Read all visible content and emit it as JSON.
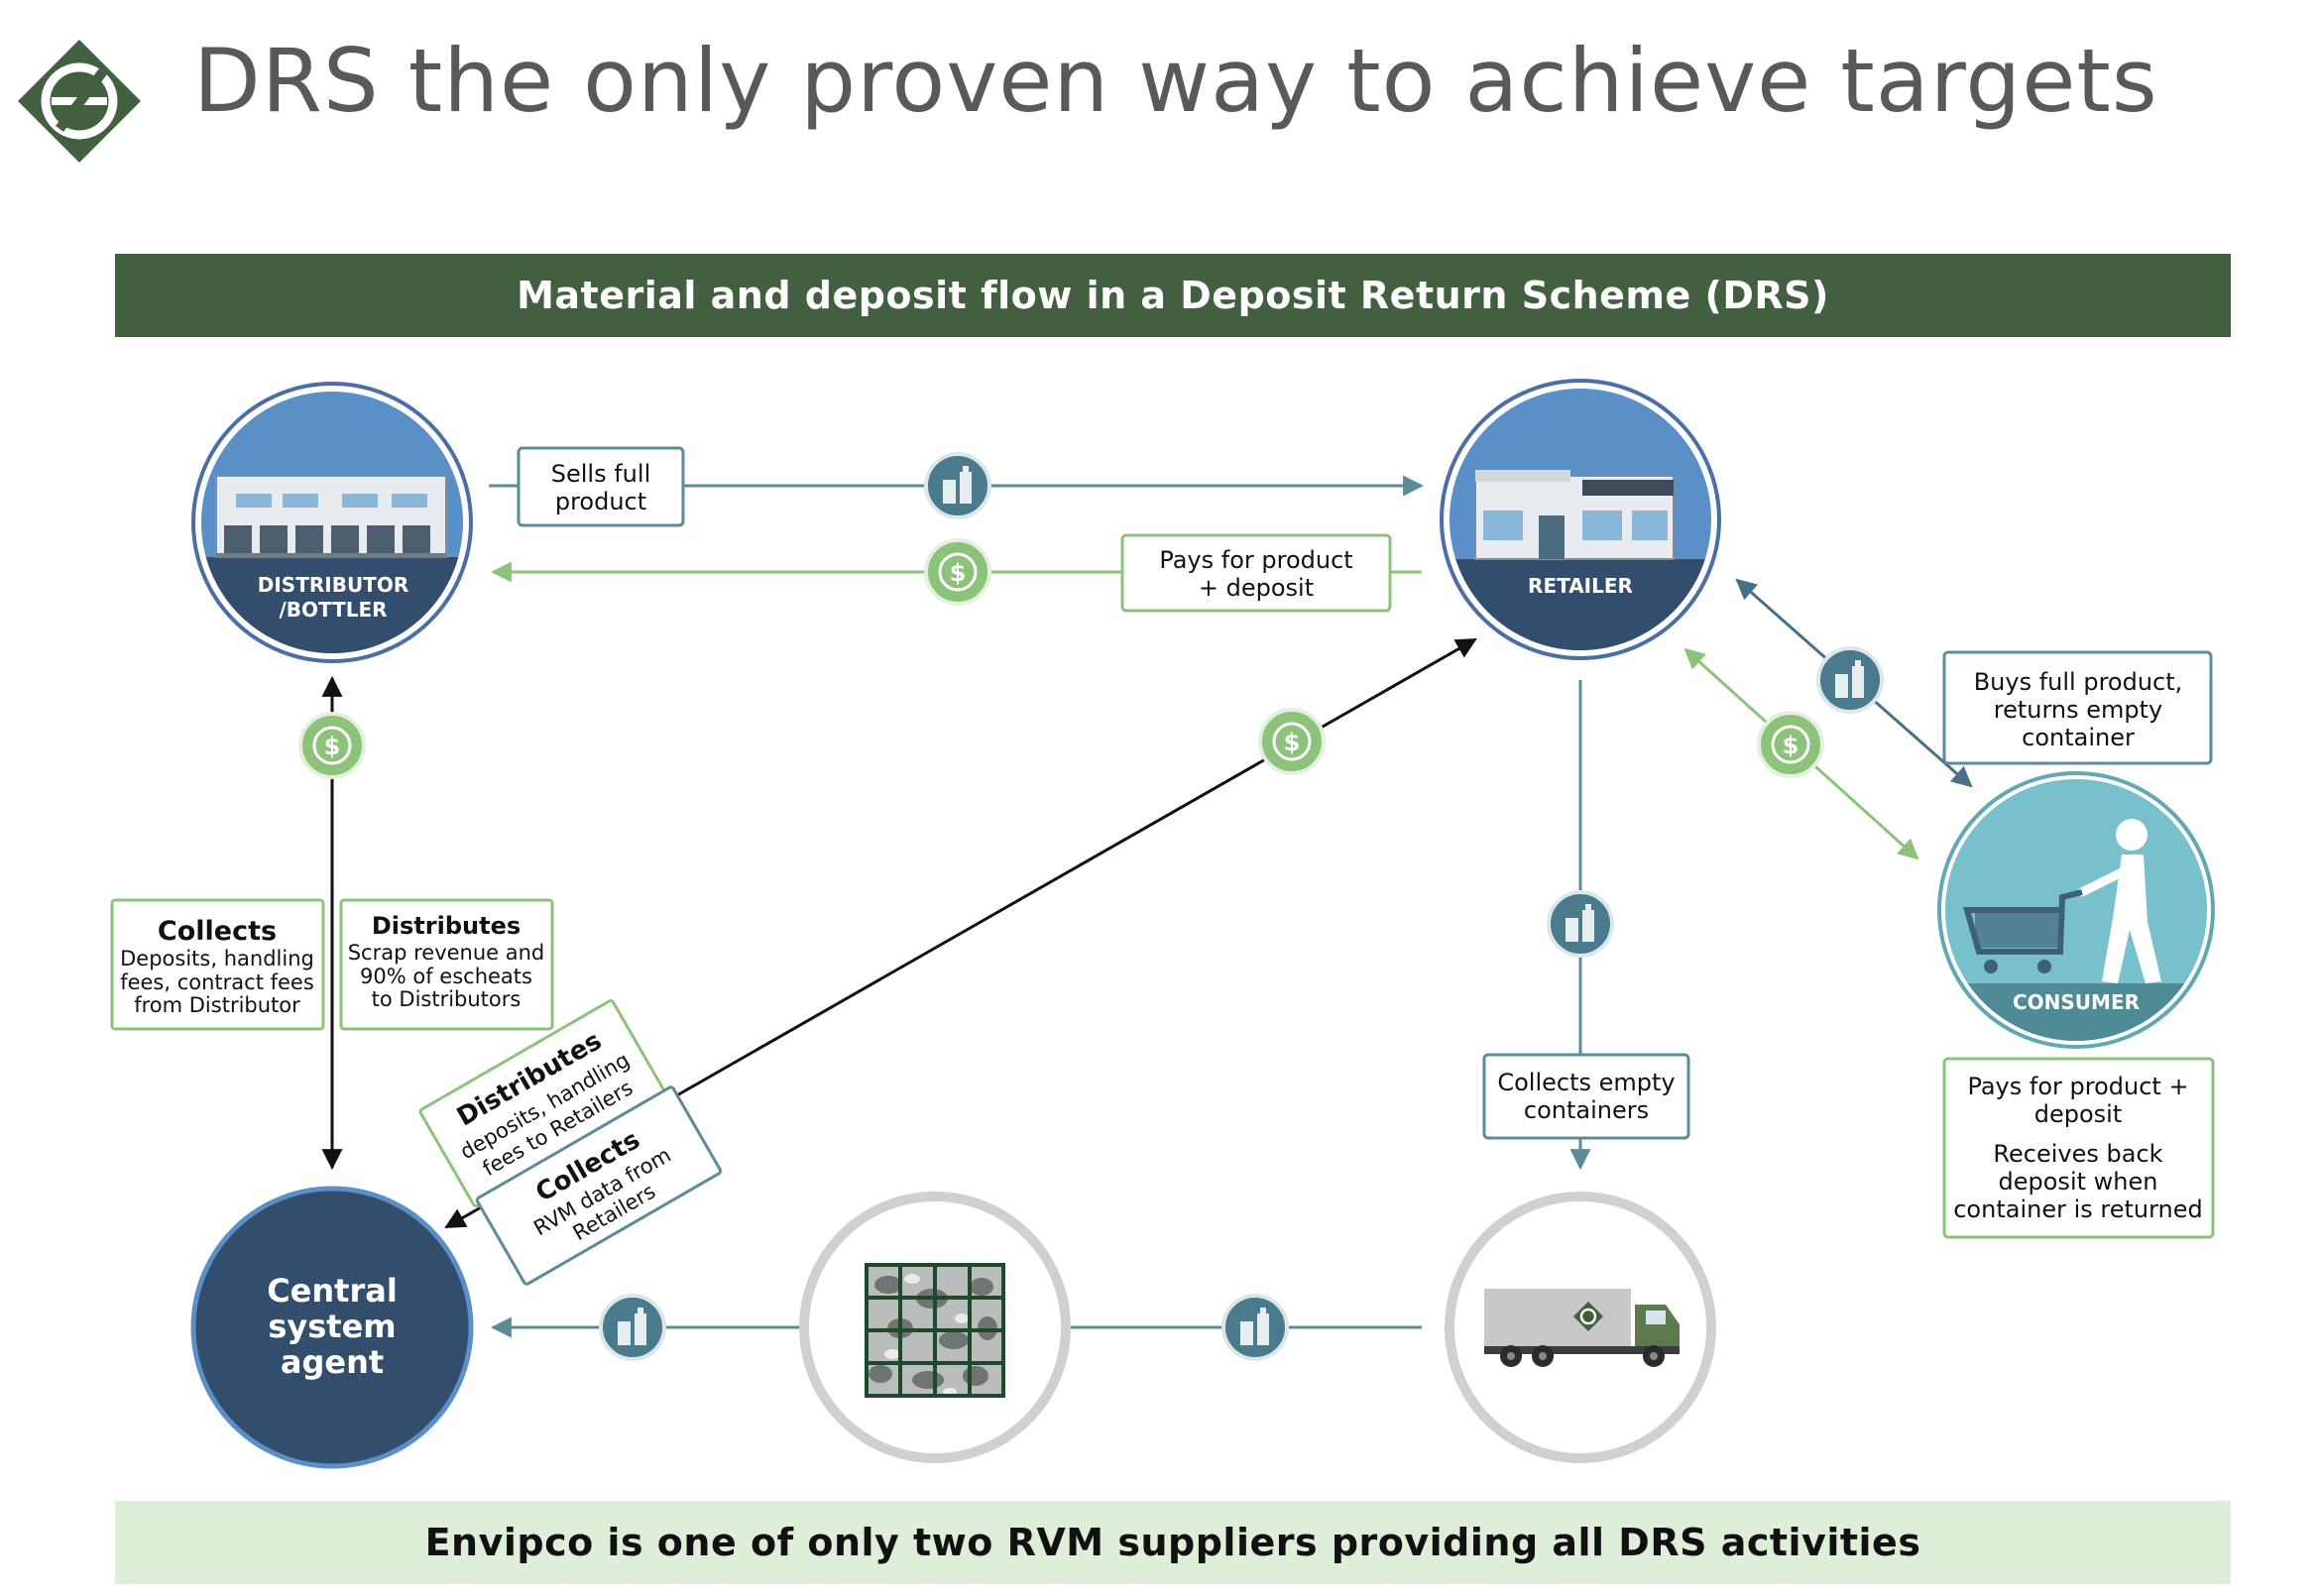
{
  "title": "DRS the only proven way to achieve targets",
  "header": "Material and deposit flow in a Deposit Return Scheme (DRS)",
  "footer": "Envipco is one of only two RVM suppliers providing all DRS activities",
  "colors": {
    "dark_green": "#42603f",
    "light_green": "#8cc27a",
    "teal": "#5b8a99",
    "navy": "#334e6d",
    "circle_blue": "#5a90c7",
    "consumer_teal": "#78c0cb",
    "grey_ring": "#d0d0d0",
    "footer_bg": "#dfeed8"
  },
  "icons": {
    "logo": "envipco-e-logo",
    "container": "bottle-can-icon",
    "money": "dollar-coin-icon",
    "warehouse": "warehouse-building-icon",
    "store": "store-building-icon",
    "shopper": "shopper-cart-icon",
    "bales": "compressed-material-bale-icon",
    "truck": "collection-truck-icon"
  },
  "nodes": {
    "distributor": [
      "DISTRIBUTOR",
      "/BOTTLER"
    ],
    "retailer": "RETAILER",
    "consumer": "CONSUMER",
    "central": [
      "Central",
      "system",
      "agent"
    ]
  },
  "labels": {
    "sells_full_product": [
      "Sells full",
      "product"
    ],
    "pays_product_deposit": [
      "Pays for product",
      "+ deposit"
    ],
    "buys_returns": [
      "Buys full product,",
      "returns empty",
      "container"
    ],
    "collects_heading": "Collects",
    "collects_body": [
      "Deposits, handling",
      "fees, contract fees",
      "from Distributor"
    ],
    "distributes_heading": "Distributes",
    "distributes_body": [
      "Scrap revenue and",
      "90% of escheats",
      "to Distributors"
    ],
    "distributes_retailers_heading": "Distributes",
    "distributes_retailers_body": [
      "deposits, handling",
      "fees to Retailers"
    ],
    "collects_rvm_heading": "Collects",
    "collects_rvm_body": [
      "RVM data from",
      "Retailers"
    ],
    "collects_empty": [
      "Collects empty",
      "containers"
    ],
    "consumer_pays": [
      "Pays for product +",
      "deposit"
    ],
    "consumer_receives": [
      "Receives back",
      "deposit when",
      "container is returned"
    ]
  }
}
